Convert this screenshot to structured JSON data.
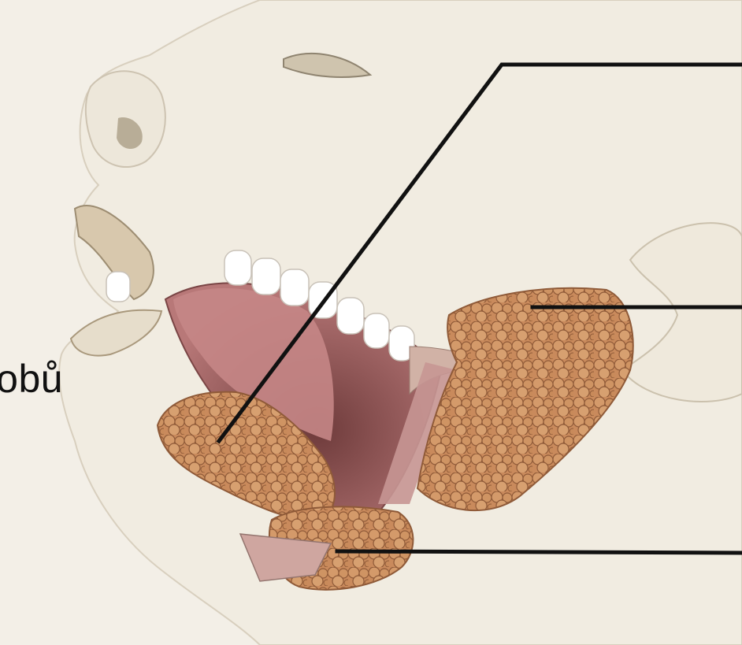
{
  "diagram": {
    "caption_fragment": "robů",
    "structures": [
      {
        "name": "parotid-gland"
      },
      {
        "name": "submandibular-gland"
      },
      {
        "name": "sublingual-gland"
      }
    ],
    "leader_lines": 3,
    "colors": {
      "background": "#f3efe7",
      "skin": "#f1ece1",
      "skin_shadow": "#d8cfbe",
      "gland": "#c98a5c",
      "gland_dark": "#8f5a38",
      "tongue": "#b87878",
      "teeth": "#ffffff",
      "line": "#111111"
    }
  }
}
